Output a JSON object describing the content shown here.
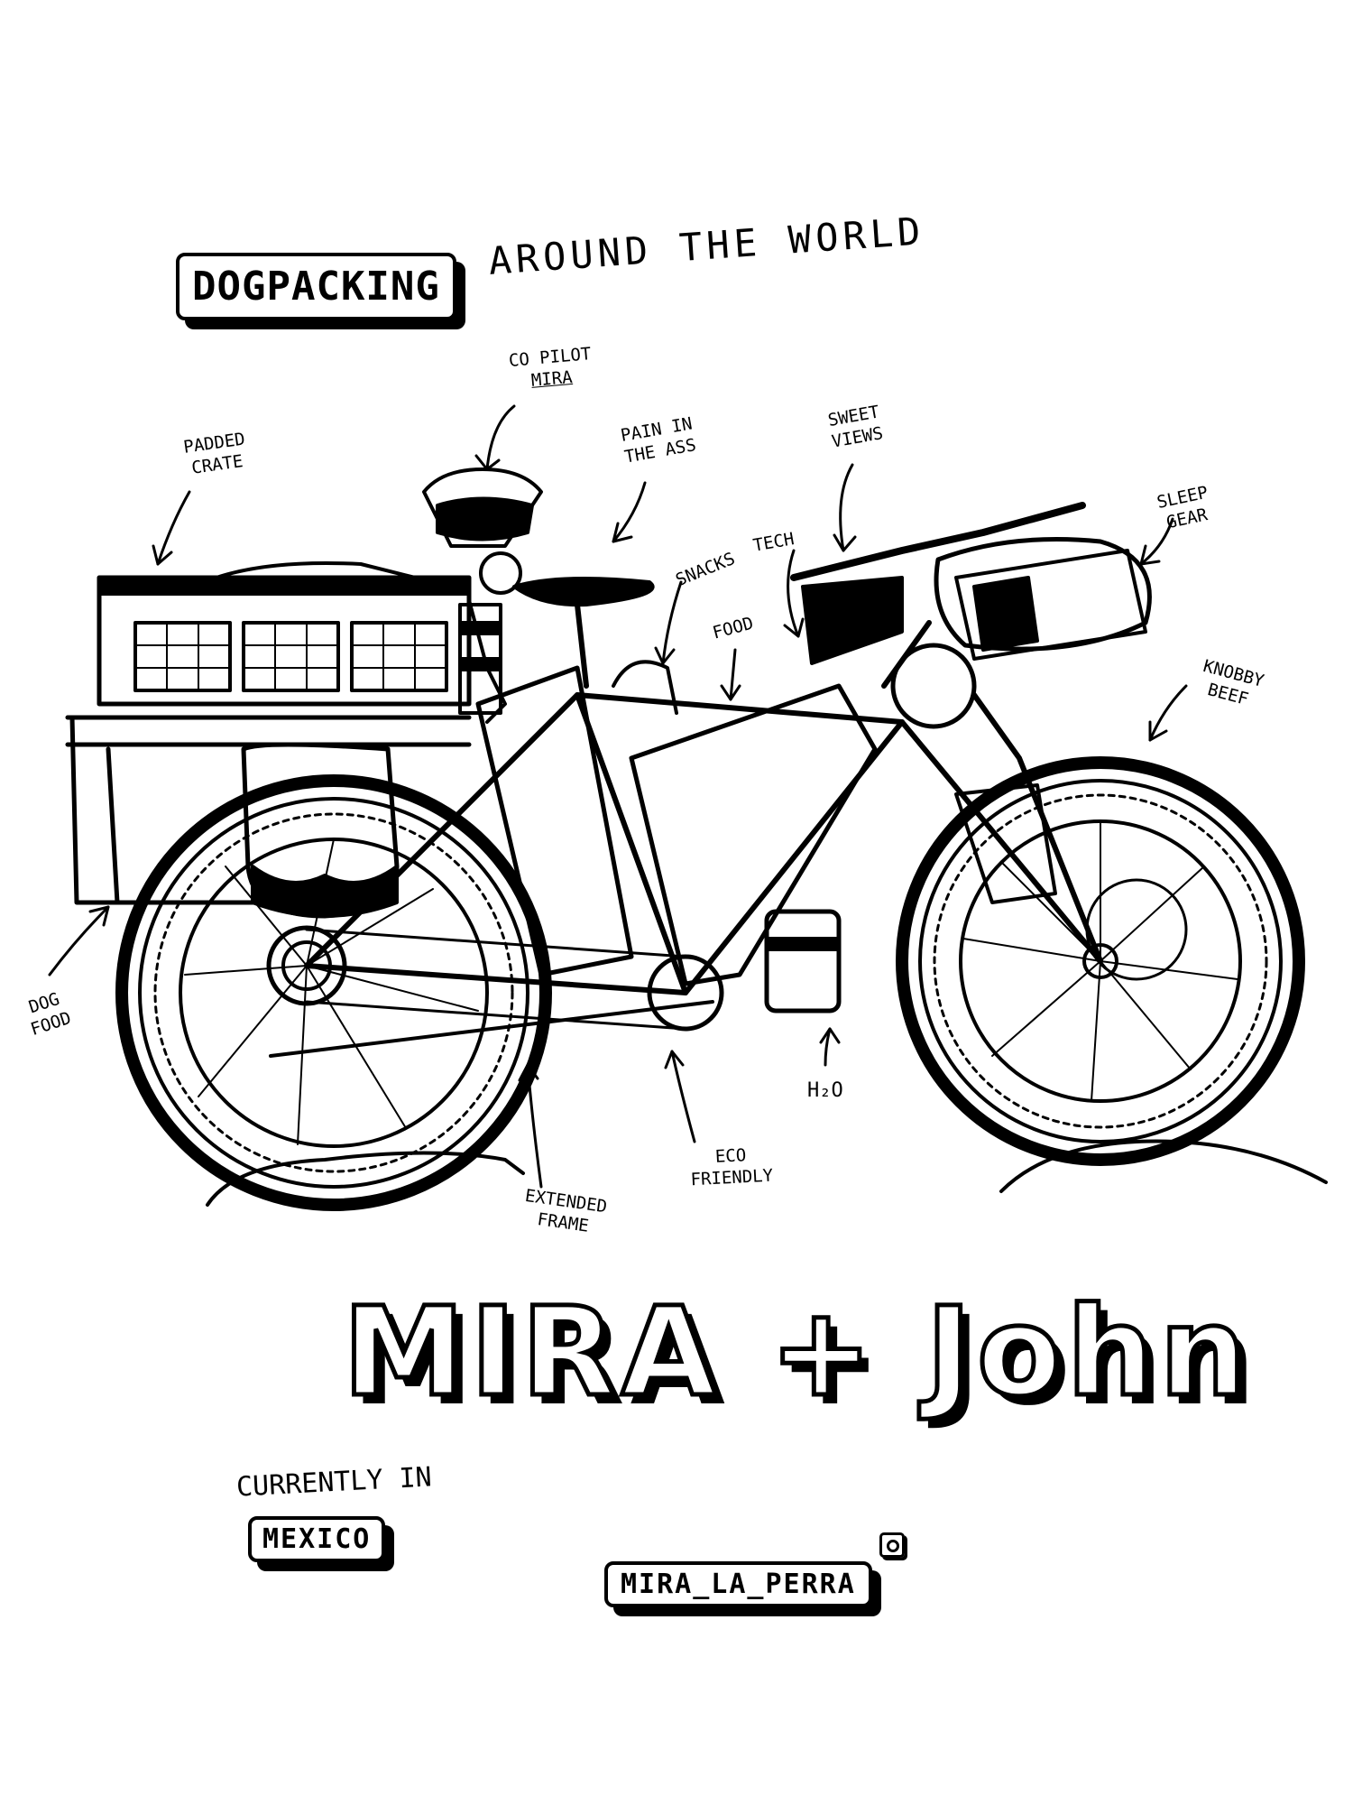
{
  "title": {
    "tag": "DOGPACKING",
    "rest": "AROUND THE WORLD"
  },
  "labels": {
    "co_pilot": "CO PILOT",
    "co_pilot_name": "MIRA",
    "padded_crate_1": "PADDED",
    "padded_crate_2": "CRATE",
    "pain_1": "PAIN IN",
    "pain_2": "THE ASS",
    "sweet_1": "SWEET",
    "sweet_2": "VIEWS",
    "sleep_1": "SLEEP",
    "sleep_2": "GEAR",
    "snacks": "SNACKS",
    "tech": "TECH",
    "food": "FOOD",
    "knobby_1": "KNOBBY",
    "knobby_2": "BEEF",
    "dog_food_1": "DOG",
    "dog_food_2": "FOOD",
    "h2o": "H₂O",
    "extended_1": "EXTENDED",
    "extended_2": "FRAME",
    "eco_1": "ECO",
    "eco_2": "FRIENDLY"
  },
  "names": "MIRA + John",
  "location": {
    "label": "CURRENTLY IN",
    "value": "MEXICO"
  },
  "instagram": {
    "handle": "MIRA_LA_PERRA",
    "icon": "instagram-icon"
  },
  "colors": {
    "ink": "#000000",
    "paper": "#ffffff"
  }
}
